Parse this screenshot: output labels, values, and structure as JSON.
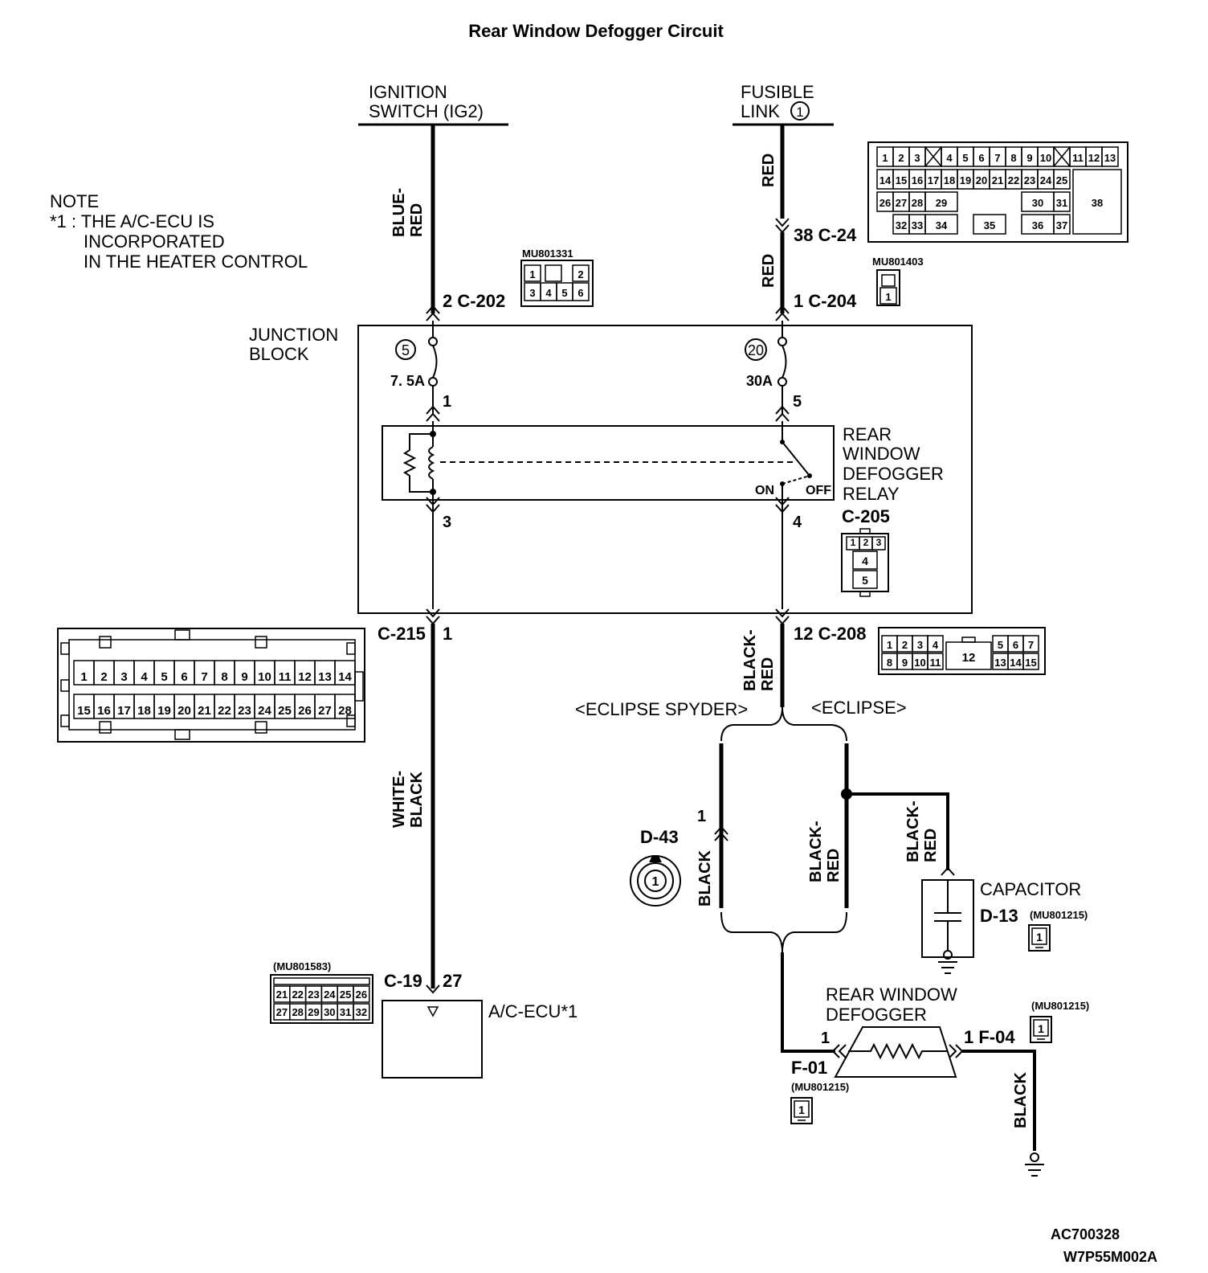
{
  "title": "Rear Window Defogger Circuit",
  "note": {
    "line1": "NOTE",
    "line2": "*1 : THE A/C-ECU IS",
    "line3": "INCORPORATED",
    "line4": "IN THE HEATER CONTROL"
  },
  "sources": {
    "ignition_line1": "IGNITION",
    "ignition_line2": "SWITCH (IG2)",
    "fusible_line1": "FUSIBLE",
    "fusible_line2": "LINK",
    "fusible_num": "1"
  },
  "wires": {
    "blue_red_1": "BLUE-",
    "blue_red_2": "RED",
    "red_top": "RED",
    "red_mid": "RED",
    "white_black_1": "WHITE-",
    "white_black_2": "BLACK",
    "black_red_a1": "BLACK-",
    "black_red_a2": "RED",
    "black_red_b1": "BLACK-",
    "black_red_b2": "RED",
    "black_red_c1": "BLACK-",
    "black_red_c2": "RED",
    "black_d43": "BLACK",
    "black_gnd": "BLACK"
  },
  "connectors": {
    "c24": "38  C-24",
    "c202": "2  C-202",
    "c204": "1  C-204",
    "c215_name": "C-215",
    "c215_pin": "1",
    "c208": "12  C-208",
    "c19_name": "C-19",
    "c19_pin": "27",
    "c205": "C-205",
    "d43": "D-43",
    "d43_pin": "1",
    "d13": "D-13",
    "f01": "F-01",
    "f01_pin": "1",
    "f04": "1  F-04",
    "mu801331": "MU801331",
    "mu801403": "MU801403",
    "mu801583": "(MU801583)",
    "mu801215_d13": "(MU801215)",
    "mu801215_f04": "(MU801215)",
    "mu801215_f01": "(MU801215)"
  },
  "junction_block": {
    "label1": "JUNCTION",
    "label2": "BLOCK",
    "fuse5_num": "5",
    "fuse5_amp": "7. 5A",
    "fuse20_num": "20",
    "fuse20_amp": "30A",
    "pin1": "1",
    "pin3": "3",
    "pin5": "5",
    "pin4": "4",
    "relay1": "REAR",
    "relay2": "WINDOW",
    "relay3": "DEFOGGER",
    "relay4": "RELAY",
    "on": "ON",
    "off": "OFF"
  },
  "components": {
    "ecu": "A/C-ECU*1",
    "capacitor": "CAPACITOR",
    "defogger1": "REAR WINDOW",
    "defogger2": "DEFOGGER",
    "spyder": "<ECLIPSE SPYDER>",
    "eclipse": "<ECLIPSE>"
  },
  "connector_faces": {
    "c24_row1": [
      "1",
      "2",
      "3",
      "4",
      "5",
      "6",
      "7",
      "8",
      "9",
      "10",
      "11",
      "12",
      "13"
    ],
    "c24_row2": [
      "14",
      "15",
      "16",
      "17",
      "18",
      "19",
      "20",
      "21",
      "22",
      "23",
      "24",
      "25"
    ],
    "c24_row3": [
      "26",
      "27",
      "28",
      "29",
      "30",
      "31",
      "38"
    ],
    "c24_row4": [
      "32",
      "33",
      "34",
      "35",
      "36",
      "37"
    ],
    "c202_row1": [
      "1",
      "2"
    ],
    "c202_row2": [
      "3",
      "4",
      "5",
      "6"
    ],
    "c204": "1",
    "c205_row1": [
      "1",
      "2",
      "3"
    ],
    "c205_mid": "4",
    "c205_bot": "5",
    "c208_row1": [
      "1",
      "2",
      "3",
      "4",
      "5",
      "6",
      "7"
    ],
    "c208_row2": [
      "8",
      "9",
      "10",
      "11",
      "13",
      "14",
      "15"
    ],
    "c208_big": "12",
    "c215_row1": [
      "1",
      "2",
      "3",
      "4",
      "5",
      "6",
      "7",
      "8",
      "9",
      "10",
      "11",
      "12",
      "13",
      "14"
    ],
    "c215_row2": [
      "15",
      "16",
      "17",
      "18",
      "19",
      "20",
      "21",
      "22",
      "23",
      "24",
      "25",
      "26",
      "27",
      "28"
    ],
    "c19_row1": [
      "21",
      "22",
      "23",
      "24",
      "25",
      "26"
    ],
    "c19_row2": [
      "27",
      "28",
      "29",
      "30",
      "31",
      "32"
    ],
    "single_pin": "1"
  },
  "codes": {
    "code1": "AC700328",
    "code2": "W7P55M002A"
  }
}
